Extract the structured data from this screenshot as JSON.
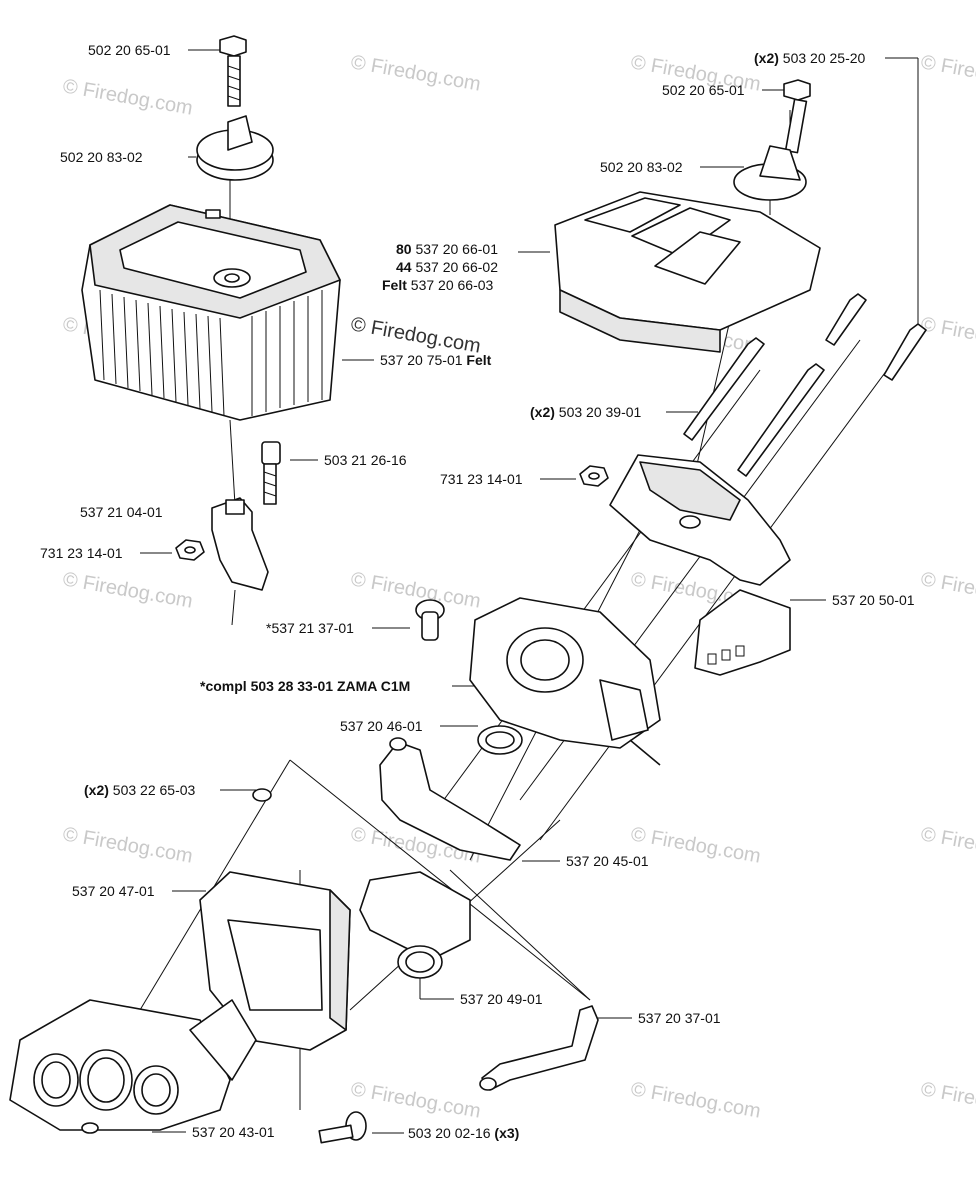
{
  "watermark": {
    "text": "© Firedog.com",
    "center_text": "© Firedog.com"
  },
  "labels": [
    {
      "id": "l1",
      "parts": [
        {
          "t": "502 20 65-01"
        }
      ]
    },
    {
      "id": "l2",
      "parts": [
        {
          "t": "502 20 83-02"
        }
      ]
    },
    {
      "id": "l3",
      "parts": [
        {
          "t": "537 20 75-01 "
        },
        {
          "t": "Felt",
          "bold": true
        }
      ]
    },
    {
      "id": "l4",
      "parts": [
        {
          "t": "503 21 26-16"
        }
      ]
    },
    {
      "id": "l5",
      "parts": [
        {
          "t": "537 21 04-01"
        }
      ]
    },
    {
      "id": "l6",
      "parts": [
        {
          "t": "731 23 14-01"
        }
      ]
    },
    {
      "id": "l7",
      "parts": [
        {
          "t": "(x2) ",
          "bold": true
        },
        {
          "t": "503 20 25-20"
        }
      ]
    },
    {
      "id": "l8",
      "parts": [
        {
          "t": "502 20 65-01"
        }
      ]
    },
    {
      "id": "l9",
      "parts": [
        {
          "t": "502 20 83-02"
        }
      ]
    },
    {
      "id": "l10",
      "parts": [
        {
          "t": "80 ",
          "bold": true
        },
        {
          "t": "537 20 66-01"
        }
      ]
    },
    {
      "id": "l11",
      "parts": [
        {
          "t": "44 ",
          "bold": true
        },
        {
          "t": "537 20 66-02"
        }
      ]
    },
    {
      "id": "l12",
      "parts": [
        {
          "t": "Felt ",
          "bold": true
        },
        {
          "t": "537 20 66-03"
        }
      ]
    },
    {
      "id": "l13",
      "parts": [
        {
          "t": "(x2) ",
          "bold": true
        },
        {
          "t": "503 20 39-01"
        }
      ]
    },
    {
      "id": "l14",
      "parts": [
        {
          "t": "731 23 14-01"
        }
      ]
    },
    {
      "id": "l15",
      "parts": [
        {
          "t": "537 20 50-01"
        }
      ]
    },
    {
      "id": "l16",
      "parts": [
        {
          "t": "*537 21 37-01"
        }
      ]
    },
    {
      "id": "l17",
      "parts": [
        {
          "t": "*compl 503 28 33-01 ZAMA C1M",
          "bold": true
        }
      ]
    },
    {
      "id": "l18",
      "parts": [
        {
          "t": "537 20 46-01"
        }
      ]
    },
    {
      "id": "l19",
      "parts": [
        {
          "t": "(x2) ",
          "bold": true
        },
        {
          "t": "503 22 65-03"
        }
      ]
    },
    {
      "id": "l20",
      "parts": [
        {
          "t": "537 20 45-01"
        }
      ]
    },
    {
      "id": "l21",
      "parts": [
        {
          "t": "537 20 47-01"
        }
      ]
    },
    {
      "id": "l22",
      "parts": [
        {
          "t": "537 20 49-01"
        }
      ]
    },
    {
      "id": "l23",
      "parts": [
        {
          "t": "537 20 37-01"
        }
      ]
    },
    {
      "id": "l24",
      "parts": [
        {
          "t": "537 20 43-01"
        }
      ]
    },
    {
      "id": "l25",
      "parts": [
        {
          "t": "503 20 02-16 "
        },
        {
          "t": "(x3)",
          "bold": true
        }
      ]
    }
  ]
}
